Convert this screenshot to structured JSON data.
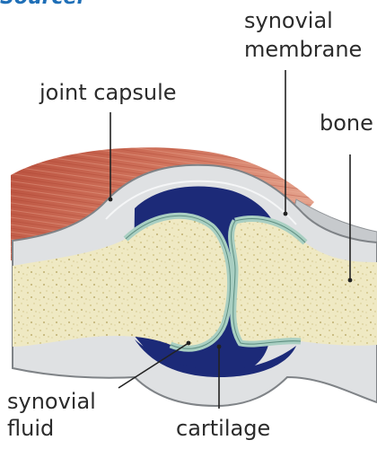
{
  "header": {
    "fragment": "Source:"
  },
  "labels": {
    "synovial_membrane_line1": "synovial",
    "synovial_membrane_line2": "membrane",
    "joint_capsule": "joint capsule",
    "bone": "bone",
    "synovial_fluid_line1": "synovial",
    "synovial_fluid_line2": "fluid",
    "cartilage": "cartilage"
  },
  "colors": {
    "muscle": "#c8614c",
    "muscle_light": "#e08e75",
    "capsule": "#d9dcdf",
    "capsule_edge": "#8e9296",
    "synovial_fluid": "#1c2a78",
    "cartilage": "#a9cfc2",
    "bone": "#efe9c3",
    "bone_speckle": "#c9bb7a",
    "label_text": "#2b2b2b",
    "leader_line": "#222222",
    "header_blue": "#1f6fb7"
  }
}
